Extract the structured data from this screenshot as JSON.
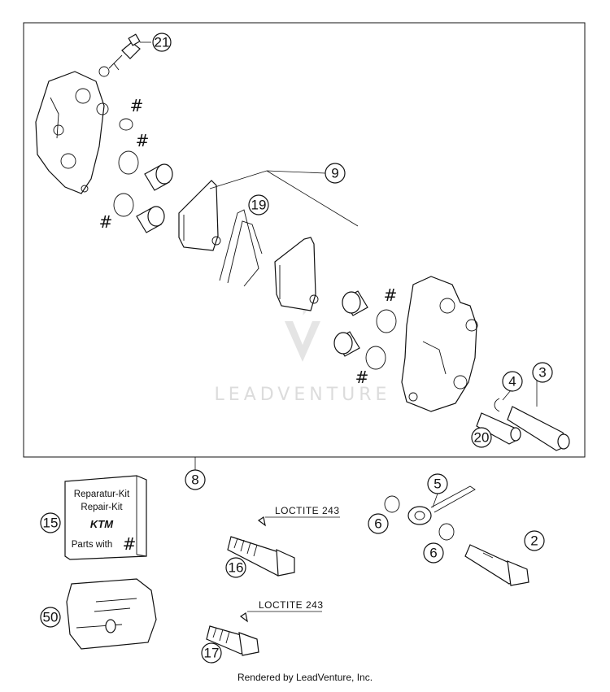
{
  "watermark": "LEADVENTURE",
  "footer": "Rendered by LeadVenture, Inc.",
  "hash_symbol": "#",
  "callouts": {
    "c21": "21",
    "c9": "9",
    "c19": "19",
    "c3": "3",
    "c4": "4",
    "c20": "20",
    "c8": "8",
    "c5": "5",
    "c6a": "6",
    "c6b": "6",
    "c2": "2",
    "c15": "15",
    "c16": "16",
    "c17": "17",
    "c50": "50"
  },
  "loctite": {
    "top": "LOCTITE 243",
    "bottom": "LOCTITE 243"
  },
  "repair_kit": {
    "line1": "Reparatur-Kit",
    "line2": "Repair-Kit",
    "brand": "KTM",
    "line4": "Parts with",
    "hash": "#"
  }
}
